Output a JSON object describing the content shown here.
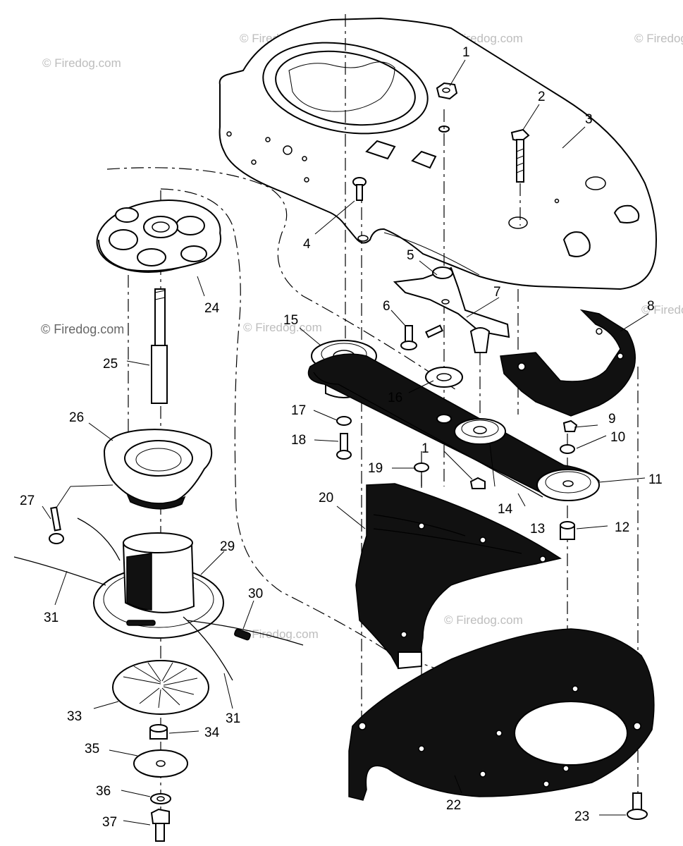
{
  "callouts": [
    "1",
    "2",
    "3",
    "4",
    "5",
    "6",
    "7",
    "8",
    "15",
    "16",
    "17",
    "18",
    "9",
    "10",
    "11",
    "12",
    "13",
    "14",
    "19",
    "1",
    "20",
    "24",
    "25",
    "26",
    "27",
    "29",
    "30",
    "31",
    "31",
    "33",
    "34",
    "35",
    "36",
    "37",
    "22",
    "23"
  ],
  "watermarks": [
    "© Firedog.com",
    "© Firedog.com",
    "© Firedog.com",
    "© Firedog.com",
    "© Firedog.com",
    "© Firedog.com",
    "© Firedog.com",
    "© Firedog.com"
  ],
  "watermark_prominent": "© Firedog.com",
  "icons": [
    "deck-cover",
    "spindle-plate",
    "drive-shaft",
    "clutch-housing",
    "trimmer-head",
    "belt-guard",
    "pulley",
    "idler-pulley",
    "v-belt",
    "bolt",
    "nut",
    "washer"
  ]
}
